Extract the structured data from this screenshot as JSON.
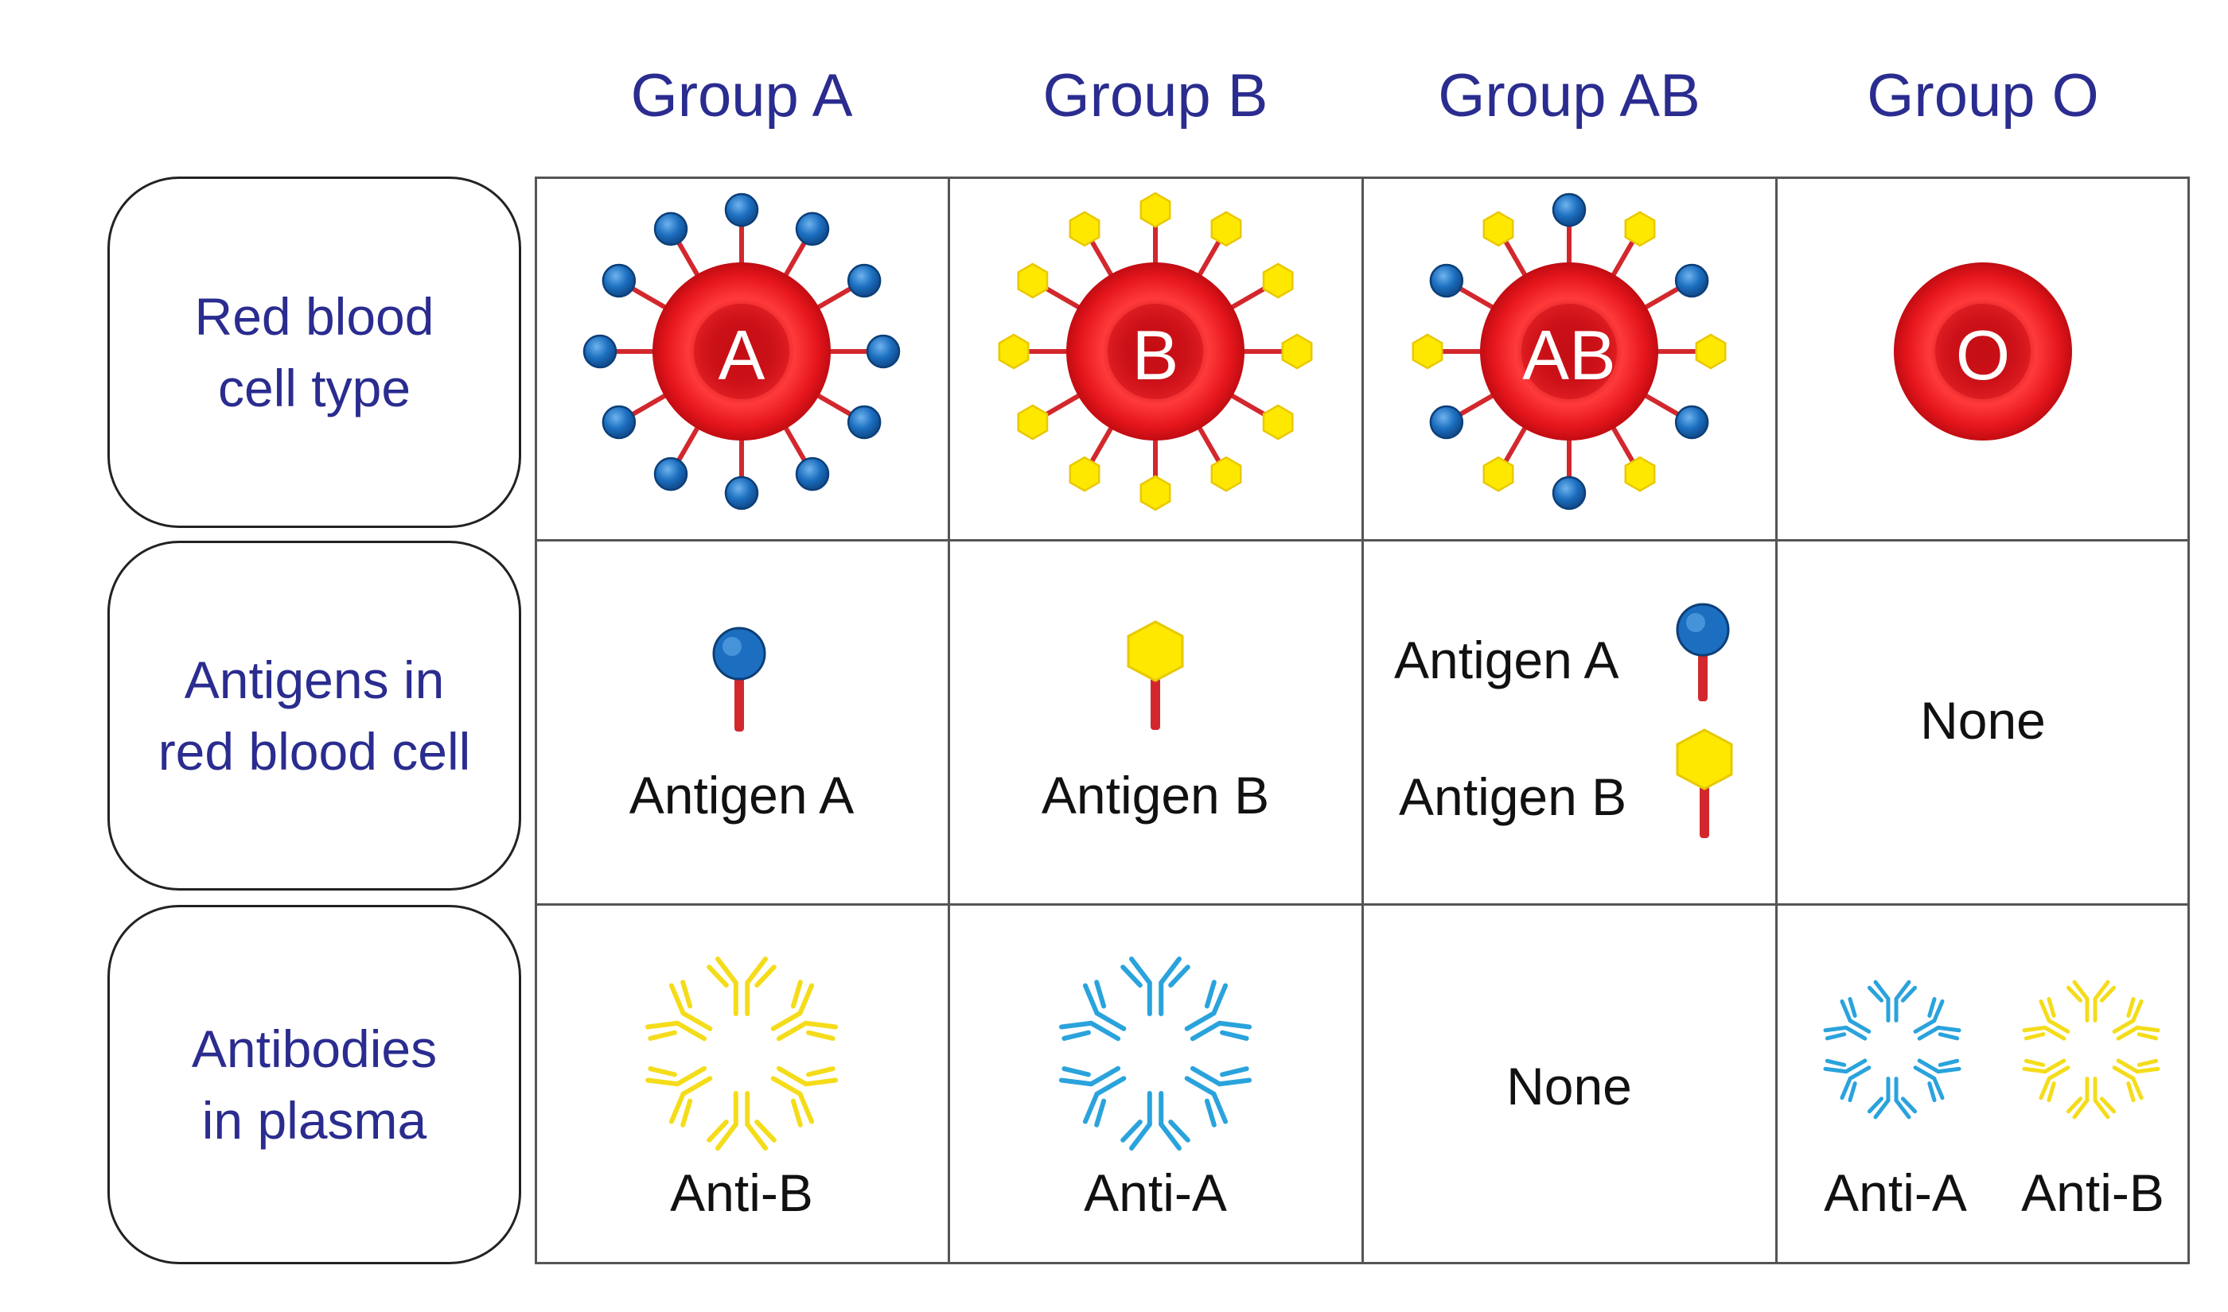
{
  "columns": [
    {
      "header": "Group A",
      "cell_letter": "A",
      "antigen_label": "Antigen A",
      "antibody_label": "Anti-B"
    },
    {
      "header": "Group B",
      "cell_letter": "B",
      "antigen_label": "Antigen B",
      "antibody_label": "Anti-A"
    },
    {
      "header": "Group AB",
      "cell_letter": "AB",
      "antigen_label_a": "Antigen A",
      "antigen_label_b": "Antigen B",
      "antibody_label": "None"
    },
    {
      "header": "Group O",
      "cell_letter": "O",
      "antigen_label": "None",
      "antibody_label_a": "Anti-A",
      "antibody_label_b": "Anti-B"
    }
  ],
  "rows": [
    {
      "line1": "Red blood",
      "line2": "cell type"
    },
    {
      "line1": "Antigens in",
      "line2": "red blood cell"
    },
    {
      "line1": "Antibodies",
      "line2": "in plasma"
    }
  ],
  "colors": {
    "header_text": "#2a2c8f",
    "cell_red": "#e0171b",
    "cell_dark_red": "#b80d12",
    "antigen_a_blue": "#1c6fc0",
    "antigen_b_yellow": "#ffe800",
    "anti_a_blue": "#2aa3dc",
    "anti_b_yellow": "#f5dc1a",
    "stalk_red": "#d2282d"
  },
  "icons": [
    "red-blood-cell-icon",
    "antigen-a-icon",
    "antigen-b-icon",
    "anti-a-antibody-icon",
    "anti-b-antibody-icon"
  ]
}
